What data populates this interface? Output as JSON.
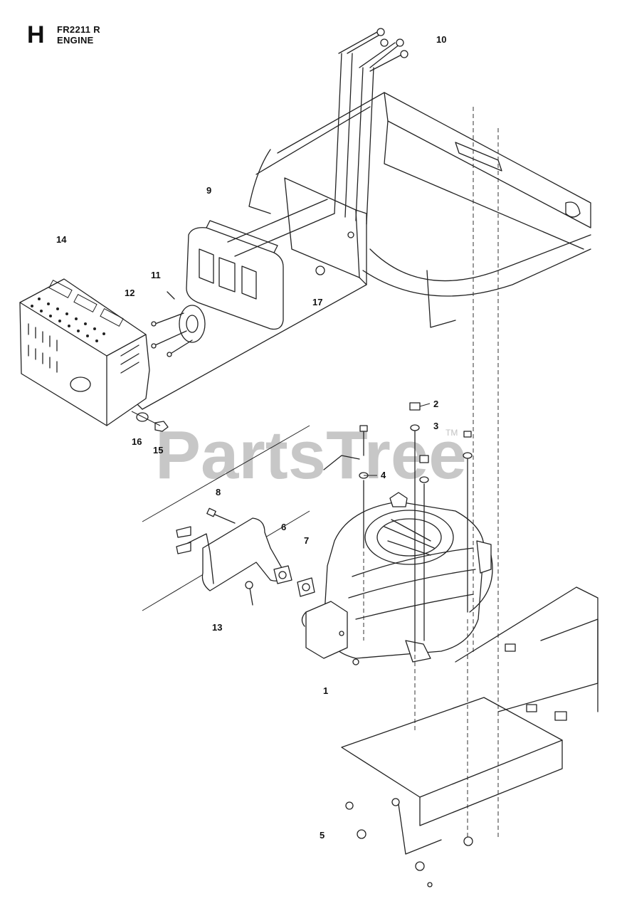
{
  "header": {
    "section_letter": "H",
    "model": "FR2211 R",
    "title": "ENGINE"
  },
  "watermark": {
    "text": "PartsTree",
    "trademark": "TM"
  },
  "callouts": [
    "1",
    "2",
    "3",
    "4",
    "5",
    "6",
    "7",
    "8",
    "9",
    "10",
    "11",
    "12",
    "13",
    "14",
    "15",
    "16",
    "17"
  ]
}
